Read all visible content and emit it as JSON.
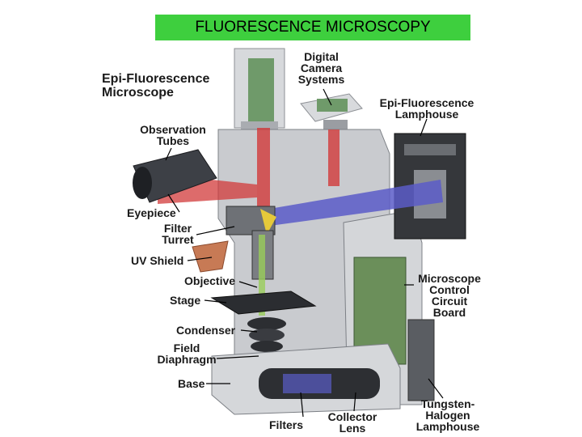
{
  "title": {
    "text": "FLUORESCENCE MICROSCOPY",
    "bg_color": "#3ecf3e"
  },
  "labels": {
    "epi_microscope": "Epi-Fluorescence\nMicroscope",
    "digital_camera": "Digital\nCamera\nSystems",
    "epi_lamphouse": "Epi-Fluorescence\nLamphouse",
    "observation_tubes": "Observation\nTubes",
    "eyepiece": "Eyepiece",
    "filter_turret": "Filter\nTurret",
    "uv_shield": "UV Shield",
    "objective": "Objective",
    "stage": "Stage",
    "condenser": "Condenser",
    "field_diaphragm": "Field\nDiaphragm",
    "base": "Base",
    "filters": "Filters",
    "collector_lens": "Collector\nLens",
    "control_board": "Microscope\nControl\nCircuit\nBoard",
    "tungsten_lamphouse": "Tungsten-\nHalogen\nLamphouse"
  },
  "colors": {
    "body": "#c9cbcf",
    "body_dark": "#7d8086",
    "beam": "#5a5cc8",
    "red_beam": "#d23a3a",
    "uv_shield": "#c77a55",
    "board": "#6b8f5a"
  }
}
